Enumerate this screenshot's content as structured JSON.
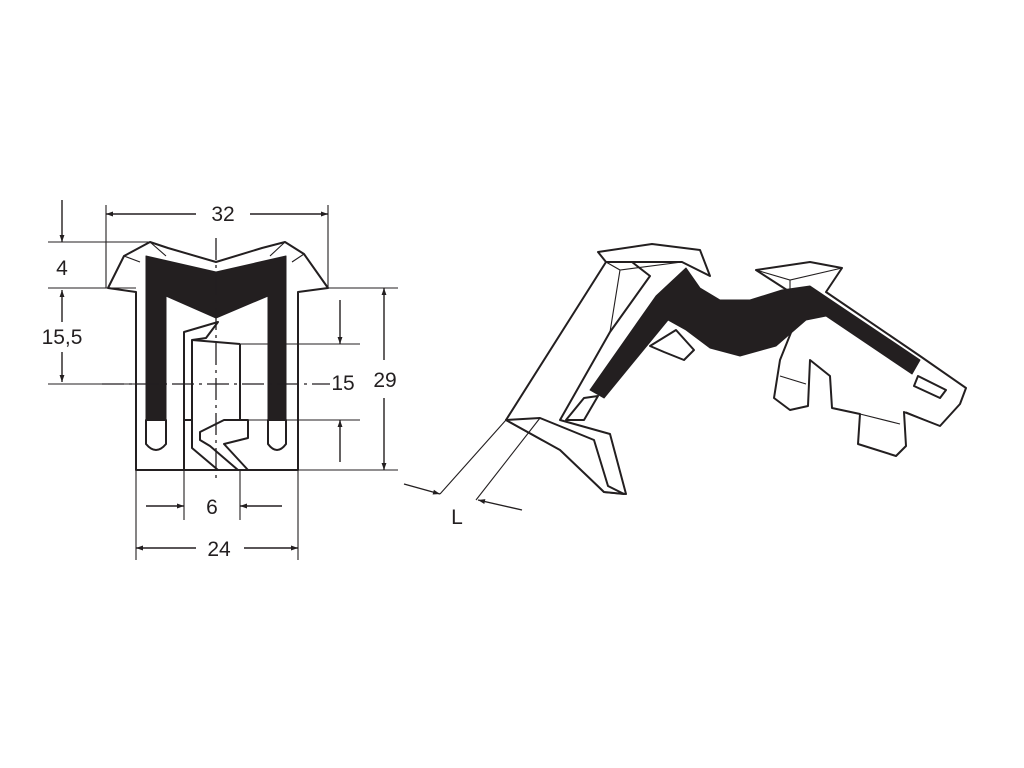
{
  "dimensions": {
    "width_top": "32",
    "lip_height": "4",
    "upper_height": "15,5",
    "slot_height": "15",
    "total_height": "29",
    "slot_width": "6",
    "width_bottom": "24",
    "length": "L"
  },
  "colors": {
    "line": "#231f20",
    "insert": "#231f20",
    "background": "#ffffff"
  }
}
